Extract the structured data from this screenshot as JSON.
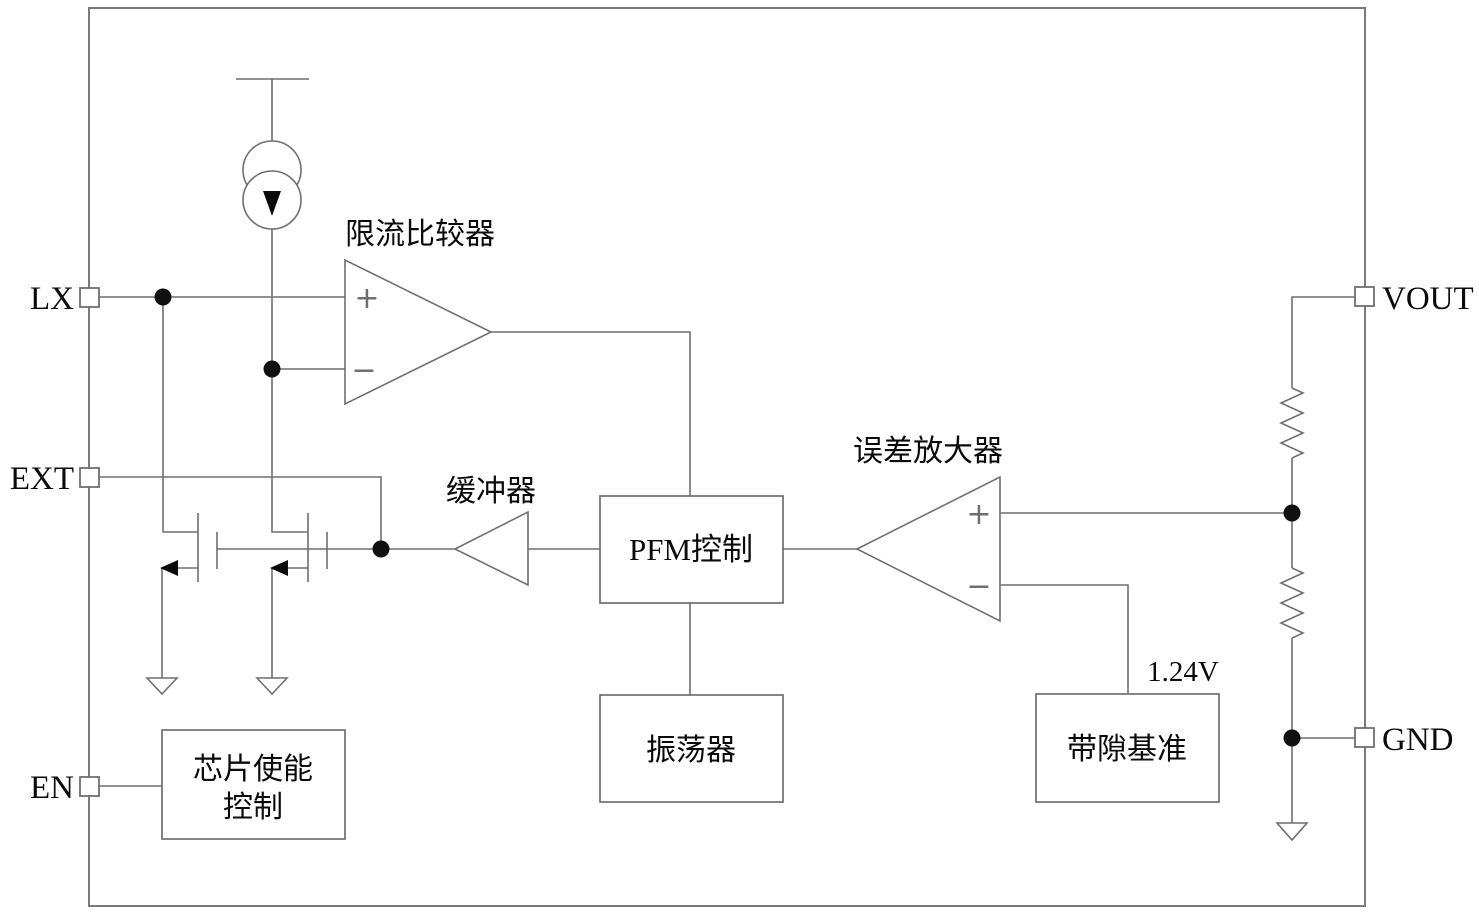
{
  "pins": {
    "lx": {
      "label": "LX"
    },
    "ext": {
      "label": "EXT"
    },
    "en": {
      "label": "EN"
    },
    "vout": {
      "label": "VOUT"
    },
    "gnd": {
      "label": "GND"
    }
  },
  "blocks": {
    "current_limit_comparator": {
      "label": "限流比较器"
    },
    "buffer": {
      "label": "缓冲器"
    },
    "pfm_control": {
      "label": "PFM控制"
    },
    "oscillator": {
      "label": "振荡器"
    },
    "error_amplifier": {
      "label": "误差放大器"
    },
    "bandgap": {
      "label": "带隙基准"
    },
    "chip_enable": {
      "label_line1": "芯片使能",
      "label_line2": "控制"
    }
  },
  "annotations": {
    "bandgap_voltage": "1.24V",
    "comparator_plus": "+",
    "comparator_minus": "−",
    "error_amp_plus": "+",
    "error_amp_minus": "−"
  },
  "colors": {
    "wire": "#6f6f6f",
    "border": "#7a7a7a",
    "text": "#0a0a0a",
    "background": "#ffffff"
  }
}
